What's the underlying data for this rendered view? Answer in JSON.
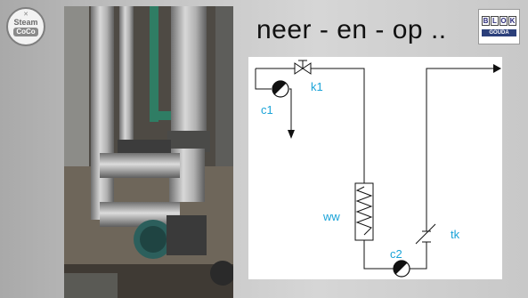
{
  "slide": {
    "title": "neer - en - op ..",
    "logo_left": {
      "line1": "Steam",
      "line2": "CoCo"
    },
    "logo_right": {
      "letters": [
        "B",
        "L",
        "O",
        "K"
      ],
      "subtitle": "GOUDA"
    }
  },
  "diagram": {
    "labels": {
      "k1": "k1",
      "c1": "c1",
      "ww": "ww",
      "c2": "c2",
      "tk": "tk"
    },
    "label_color": "#1aa3d8",
    "line_color": "#111111"
  }
}
